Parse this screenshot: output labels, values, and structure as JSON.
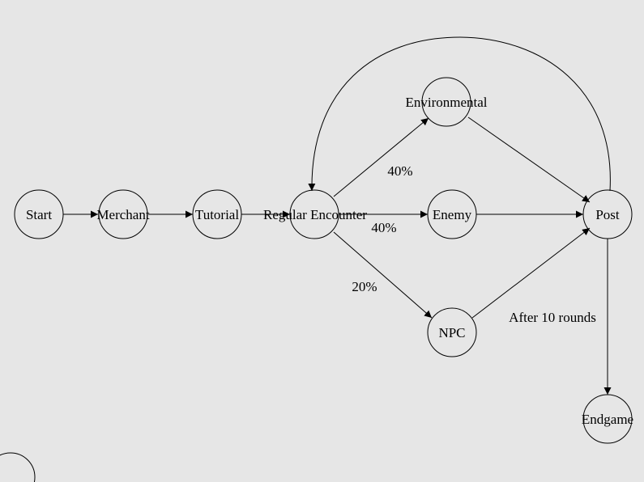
{
  "background_color": "#e6e6e6",
  "stroke_color": "#000000",
  "nodes": {
    "start": "Start",
    "merchant": "Merchant",
    "tutorial": "Tutorial",
    "regular_encounter": "Regular Encounter",
    "environmental": "Environmental",
    "enemy": "Enemy",
    "npc": "NPC",
    "post": "Post",
    "endgame": "Endgame"
  },
  "edge_labels": {
    "to_environmental": "40%",
    "to_enemy": "40%",
    "to_npc": "20%",
    "post_to_endgame": "After 10 rounds"
  }
}
